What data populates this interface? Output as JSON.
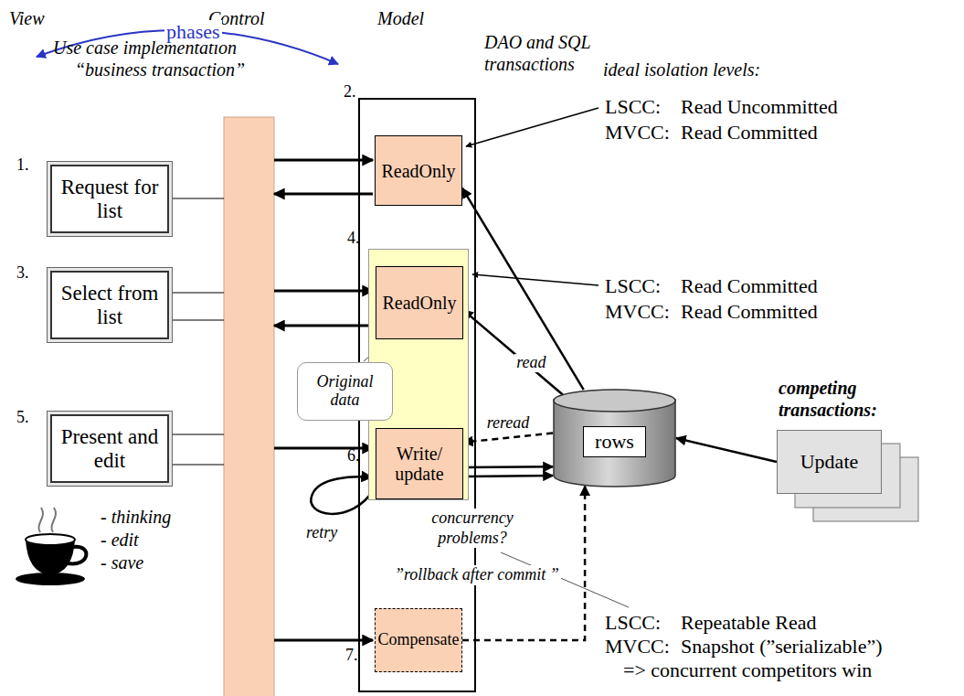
{
  "diagram": {
    "nodes": [
      {
        "text": [
          "Request for list"
        ]
      },
      {
        "text": [
          "Select from list"
        ]
      },
      {
        "text": [
          "Present and edit"
        ]
      },
      {
        "text": [
          "ReadOnly"
        ]
      },
      {
        "text": [
          "4."
        ]
      },
      {
        "text": [
          "ReadOnly"
        ],
        "in": 4
      },
      {
        "text": [
          "Original data"
        ]
      },
      {
        "text": [
          "Write/ update"
        ],
        "in": 4
      },
      {
        "text": [
          "Compensate"
        ]
      },
      {
        "text": [
          "rows"
        ]
      },
      {
        "text": [
          "Update"
        ]
      }
    ],
    "edges": [
      {
        "from": 9,
        "to": 3,
        "arrow": "to"
      },
      {
        "from": 9,
        "to": 5,
        "label": "read",
        "arrow": "to"
      },
      {
        "from": 5,
        "to": 7,
        "arrow": "to"
      },
      {
        "from": 9,
        "to": 7,
        "label": "reread",
        "arrow": "to"
      },
      {
        "from": 7,
        "to": 9,
        "arrow": "to"
      },
      {
        "from": 7,
        "to": 9,
        "arrow": "to"
      },
      {
        "from": 10,
        "to": 9,
        "arrow": "to"
      },
      {
        "from": 8,
        "to": 9,
        "arrow": "to"
      }
    ],
    "labels": [
      "View",
      "Control",
      "Model",
      "Use case implementation",
      "“business transaction”",
      "DAO and SQL transactions",
      "ideal isolation levels:",
      "phases",
      "1.",
      "2.",
      "3.",
      "5.",
      "6.",
      "7.",
      "- thinking",
      "- edit",
      "- save",
      "LSCC:",
      "Read Uncommitted",
      "MVCC:",
      "Read Committed",
      "LSCC:",
      "Read Committed",
      "MVCC:",
      "Read Committed",
      "LSCC:",
      "Repeatable Read",
      "MVCC:",
      "Snapshot (”serializable”)",
      "=> concurrent competitors win",
      "competing transactions:",
      "concurrency problems?",
      "retry",
      "”rollback after commit ”"
    ]
  }
}
